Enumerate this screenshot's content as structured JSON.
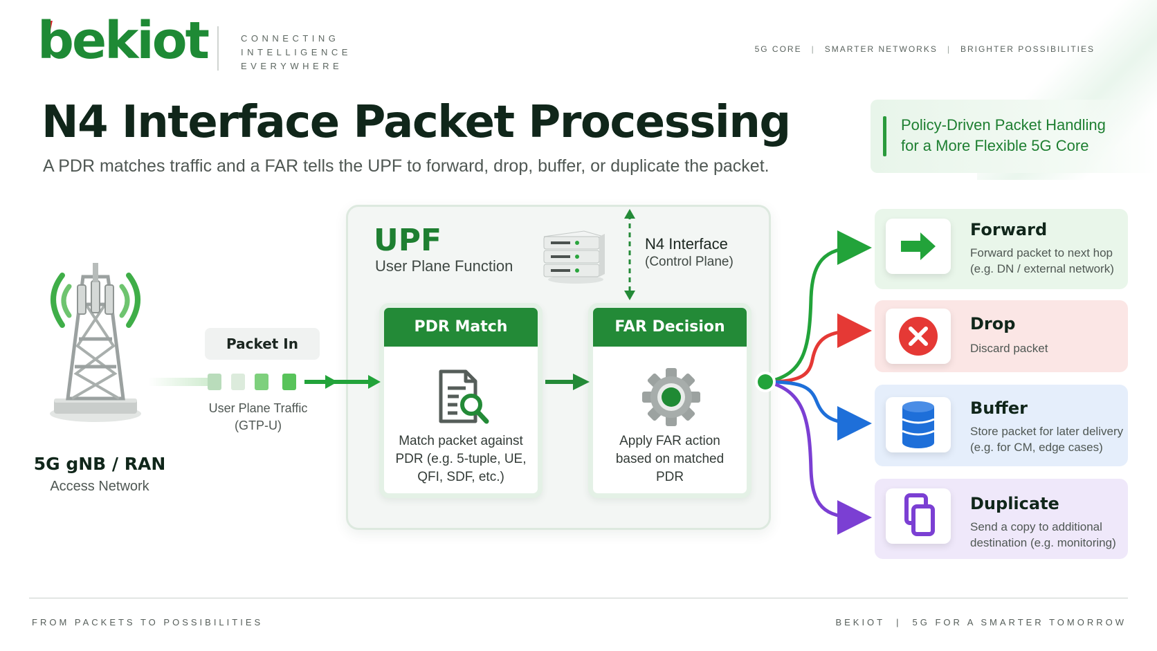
{
  "brand": {
    "logo": "bekiot",
    "tagline": [
      "CONNECTING",
      "INTELLIGENCE",
      "EVERYWHERE"
    ]
  },
  "topnav": [
    "5G CORE",
    "SMARTER NETWORKS",
    "BRIGHTER POSSIBILITIES"
  ],
  "header": {
    "title": "N4 Interface Packet Processing",
    "subtitle": "A PDR matches traffic and a FAR tells the UPF to forward, drop, buffer, or duplicate the packet."
  },
  "callout": [
    "Policy-Driven Packet Handling",
    "for a More Flexible 5G Core"
  ],
  "ran": {
    "title": "5G gNB / RAN",
    "subtitle": "Access Network",
    "icon": "cell-tower-icon"
  },
  "packet_in": {
    "label": "Packet In",
    "traffic": [
      "User Plane Traffic",
      "(GTP-U)"
    ]
  },
  "upf": {
    "title": "UPF",
    "subtitle": "User Plane Function",
    "n4": {
      "title": "N4 Interface",
      "subtitle": "(Control Plane)"
    },
    "pdr": {
      "header": "PDR Match",
      "text": [
        "Match packet against",
        "PDR (e.g. 5-tuple, UE,",
        "QFI, SDF, etc.)"
      ],
      "icon": "document-search-icon"
    },
    "far": {
      "header": "FAR Decision",
      "text": [
        "Apply FAR action",
        "based on matched",
        "PDR"
      ],
      "icon": "gear-icon"
    }
  },
  "outcomes": [
    {
      "title": "Forward",
      "desc": [
        "Forward packet to next hop",
        "(e.g. DN / external network)"
      ],
      "icon": "arrow-right-icon",
      "color": "#22a33a",
      "bg": "#e9f6ea"
    },
    {
      "title": "Drop",
      "desc": [
        "Discard packet"
      ],
      "icon": "x-circle-icon",
      "color": "#e53935",
      "bg": "#fbe6e5"
    },
    {
      "title": "Buffer",
      "desc": [
        "Store packet for later delivery",
        "(e.g. for CM, edge cases)"
      ],
      "icon": "database-icon",
      "color": "#1e6fd9",
      "bg": "#e5eefb"
    },
    {
      "title": "Duplicate",
      "desc": [
        "Send a copy to additional",
        "destination (e.g. monitoring)"
      ],
      "icon": "copy-icon",
      "color": "#7b3fd3",
      "bg": "#efe8fa"
    }
  ],
  "footer": {
    "left": "FROM PACKETS TO POSSIBILITIES",
    "right": [
      "BEKIOT",
      "5G FOR A SMARTER TOMORROW"
    ]
  },
  "colors": {
    "brand_green": "#1e8a35",
    "card_header": "#238a37",
    "logo_accent": "#d9232b"
  }
}
